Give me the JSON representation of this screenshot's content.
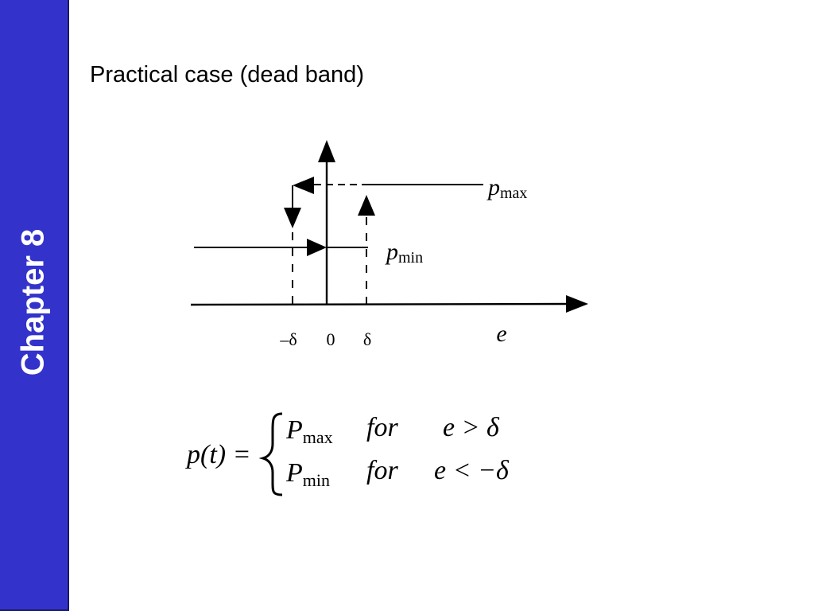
{
  "slide": {
    "sidebar_label": "Chapter 8",
    "title": "Practical case (dead band)"
  },
  "diagram": {
    "curve_labels": {
      "high": {
        "base": "p",
        "sub": "max"
      },
      "low": {
        "base": "p",
        "sub": "min"
      }
    },
    "tick_labels": [
      "–δ",
      "0",
      "δ"
    ],
    "axis_label": "e"
  },
  "equation": {
    "lhs": "p(t) =",
    "cases": [
      {
        "base": "P",
        "sub": "max",
        "word": "for",
        "condition": "e > δ"
      },
      {
        "base": "P",
        "sub": "min",
        "word": "for",
        "condition": "e < −δ"
      }
    ]
  },
  "colors": {
    "sidebar": "#3333cc",
    "sidebar_text": "#ffffff",
    "ink": "#000000"
  }
}
